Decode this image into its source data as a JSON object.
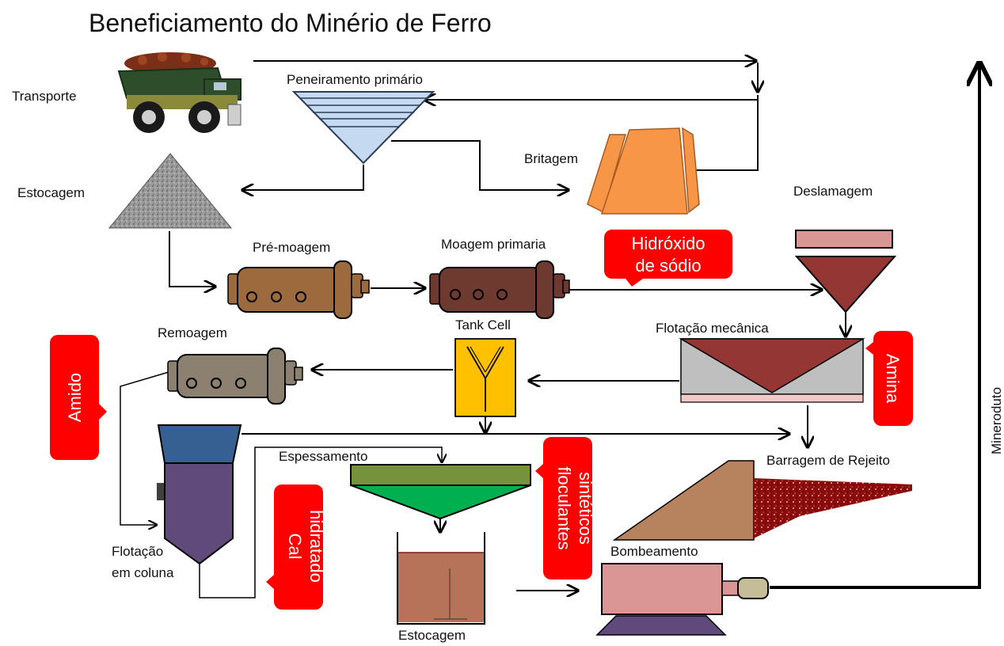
{
  "title": "Beneficiamento do  Minério de Ferro",
  "labels": {
    "transporte": "Transporte",
    "peneiramento": "Peneiramento primário",
    "britagem": "Britagem",
    "estocagem_top": "Estocagem",
    "deslamagem": "Deslamagem",
    "pre_moagem": "Pré-moagem",
    "moagem_primaria": "Moagem primaria",
    "tank_cell": "Tank Cell",
    "remoagem": "Remoagem",
    "flotacao_mecanica": "Flotação mecânica",
    "espessamento": "Espessamento",
    "barragem": "Barragem de Rejeito",
    "bombeamento": "Bombeamento",
    "flotacao_coluna_1": "Flotação",
    "flotacao_coluna_2": "em coluna",
    "estocagem_bottom": "Estocagem",
    "mineroduto": "Mineroduto"
  },
  "reagents": {
    "hidroxido_1": "Hidróxido",
    "hidroxido_2": "de sódio",
    "amina": "Amina",
    "amido": "Amido",
    "cal_1": "Cal",
    "cal_2": "hidratado",
    "floculantes_1": "floculantes",
    "floculantes_2": "sintéticos"
  },
  "colors": {
    "reagent_red": "#ff0000",
    "crusher_orange": "#f79646",
    "screen_blue": "#c5d9f1",
    "mill_brown": "#9c6a3c",
    "mill_dark": "#6e3a30",
    "mill_grey": "#8c8070",
    "cone_red": "#943634",
    "tank_yellow": "#ffc000",
    "column_blue": "#376092",
    "column_purple": "#604a7b",
    "thickener_green": "#00b050",
    "thickener_top": "#76923c",
    "dam_brown": "#b7835f",
    "tailings_red": "#7f0000",
    "pump_pink": "#d99694",
    "pump_base": "#604a7b"
  }
}
